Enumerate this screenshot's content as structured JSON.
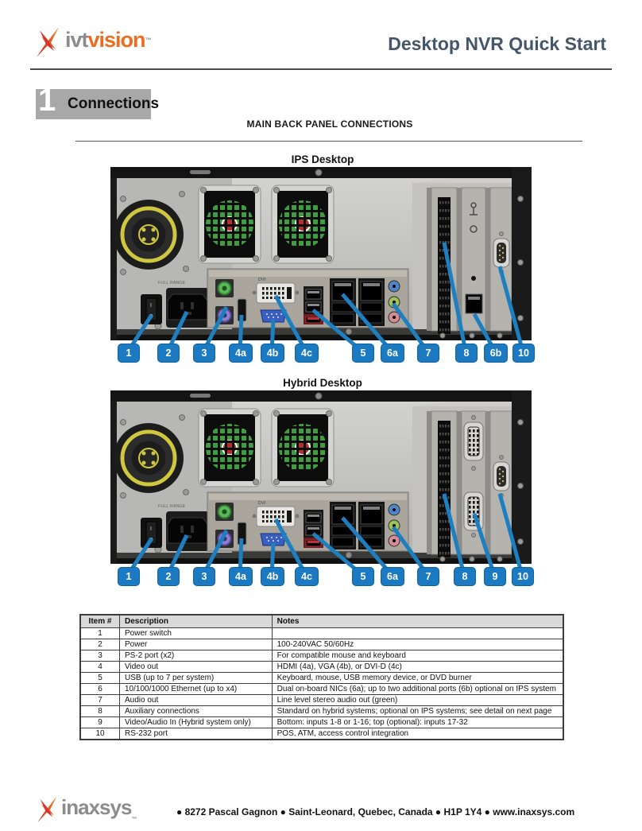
{
  "header": {
    "logo_ivt": "ivt",
    "logo_vision": "vision",
    "logo_tm": "™",
    "title": "Desktop NVR Quick Start"
  },
  "section": {
    "number": "1",
    "title": "Connections"
  },
  "main_heading": "MAIN BACK PANEL CONNECTIONS",
  "photo_labels": {
    "full_range": "FULL RANGE",
    "dvi": "DVI"
  },
  "panels": [
    {
      "title": "IPS Desktop",
      "callouts": [
        "1",
        "2",
        "3",
        "4a",
        "4b",
        "4c",
        "5",
        "6a",
        "7",
        "8",
        "6b",
        "10"
      ]
    },
    {
      "title": "Hybrid Desktop",
      "callouts": [
        "1",
        "2",
        "3",
        "4a",
        "4b",
        "4c",
        "5",
        "6a",
        "7",
        "8",
        "9",
        "10"
      ]
    }
  ],
  "table": {
    "headers": [
      "Item #",
      "Description",
      "Notes"
    ],
    "rows": [
      [
        "1",
        "Power switch",
        ""
      ],
      [
        "2",
        "Power",
        "100-240VAC 50/60Hz"
      ],
      [
        "3",
        "PS-2 port (x2)",
        "For compatible mouse and keyboard"
      ],
      [
        "4",
        "Video out",
        "HDMI (4a), VGA (4b), or DVI-D (4c)"
      ],
      [
        "5",
        "USB (up to 7 per system)",
        "Keyboard, mouse, USB memory device, or DVD burner"
      ],
      [
        "6",
        "10/100/1000 Ethernet (up to x4)",
        "Dual on-board NICs (6a); up to two additional ports (6b) optional on IPS system"
      ],
      [
        "7",
        "Audio out",
        "Line level stereo audio out (green)"
      ],
      [
        "8",
        "Auxiliary connections",
        "Standard on hybrid systems; optional on IPS systems; see detail on next page"
      ],
      [
        "9",
        "Video/Audio In (Hybrid system only)",
        "Bottom: inputs 1-8 or 1-16; top (optional): inputs 17-32"
      ],
      [
        "10",
        "RS-232 port",
        "POS, ATM, access control integration"
      ]
    ]
  },
  "footer": {
    "logo_name": "inaxsys",
    "logo_tm": "™",
    "address": "● 8272 Pascal Gagnon ● Saint-Leonard, Quebec, Canada ● H1P 1Y4 ● www.inaxsys.com"
  },
  "colors": {
    "callout_blue": "#1b7ac1",
    "section_gray": "#a8a8a8",
    "title_slate": "#44576a",
    "logo_orange": "#ed6d1f",
    "logo_red": "#d9342b"
  }
}
